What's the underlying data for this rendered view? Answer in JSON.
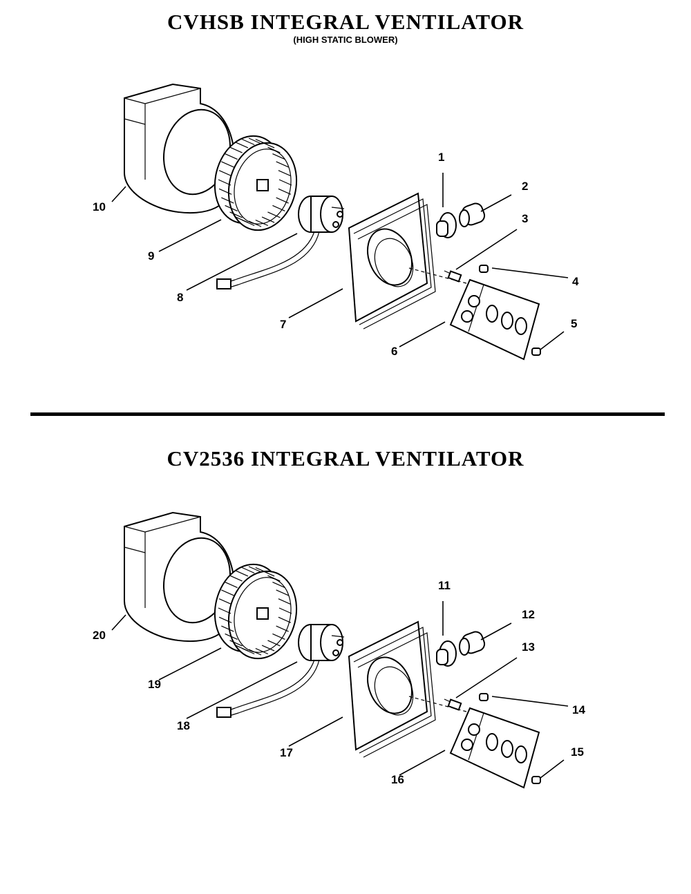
{
  "top": {
    "title": "CVHSB INTEGRAL VENTILATOR",
    "subtitle": "(HIGH STATIC BLOWER)",
    "labels": [
      "1",
      "2",
      "3",
      "4",
      "5",
      "6",
      "7",
      "8",
      "9",
      "10"
    ]
  },
  "bottom": {
    "title": "CV2536 INTEGRAL VENTILATOR",
    "labels": [
      "11",
      "12",
      "13",
      "14",
      "15",
      "16",
      "17",
      "18",
      "19",
      "20"
    ]
  }
}
